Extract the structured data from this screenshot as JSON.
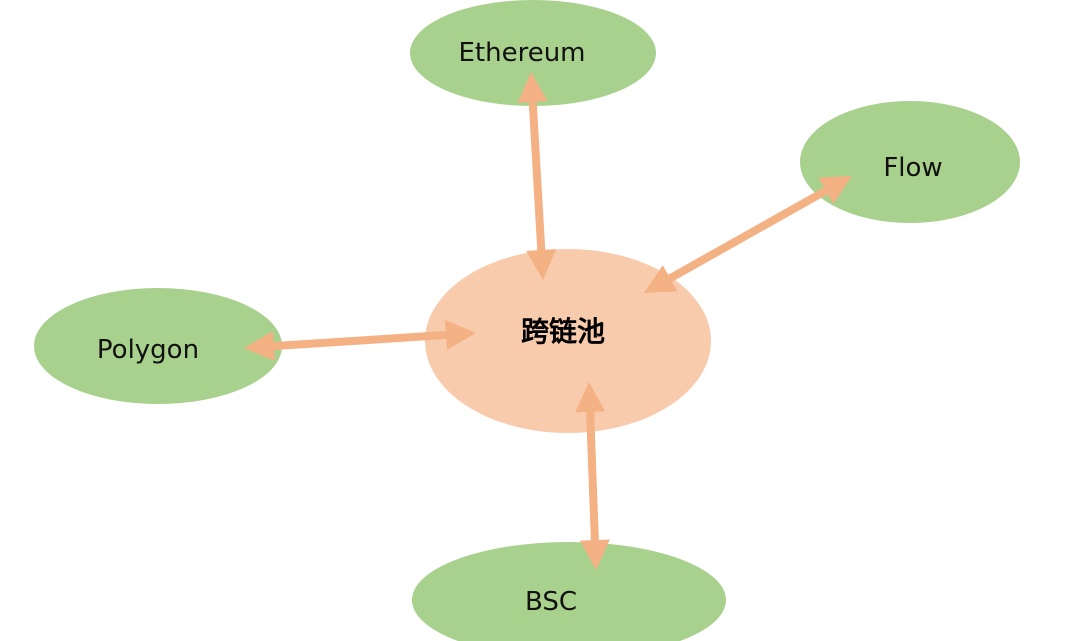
{
  "center": {
    "label": "跨链池",
    "color": "#F8CBAD"
  },
  "nodes": [
    {
      "id": "ethereum",
      "label": "Ethereum"
    },
    {
      "id": "flow",
      "label": "Flow"
    },
    {
      "id": "polygon",
      "label": "Polygon"
    },
    {
      "id": "bsc",
      "label": "BSC"
    }
  ],
  "colors": {
    "node": "#A9D18E",
    "arrow": "#F4B183"
  },
  "edges": [
    {
      "from": "center",
      "to": "ethereum",
      "direction": "bidirectional"
    },
    {
      "from": "center",
      "to": "flow",
      "direction": "bidirectional"
    },
    {
      "from": "center",
      "to": "polygon",
      "direction": "bidirectional"
    },
    {
      "from": "center",
      "to": "bsc",
      "direction": "bidirectional"
    }
  ]
}
